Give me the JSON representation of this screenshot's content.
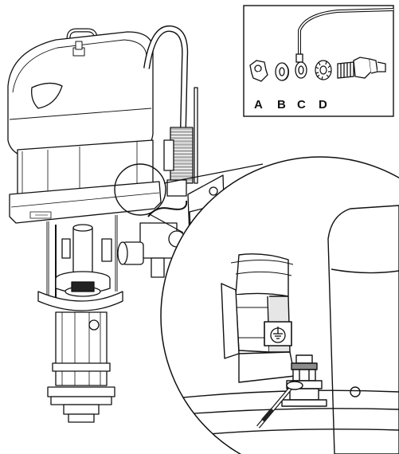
{
  "inset": {
    "parts": [
      {
        "letter": "A",
        "icon": "hex-nut-icon"
      },
      {
        "letter": "B",
        "icon": "flat-washer-icon"
      },
      {
        "letter": "C",
        "icon": "ring-terminal-icon"
      },
      {
        "letter": "D",
        "icon": "star-lock-washer-icon"
      }
    ],
    "stud_icon": "ground-stud-icon"
  },
  "detail": {
    "symbol_icon": "protective-earth-ground-icon"
  },
  "colors": {
    "line": "#111111",
    "body": "#ffffff",
    "shade": "#d9d9d9",
    "dark_shade": "#8c8c8c"
  }
}
